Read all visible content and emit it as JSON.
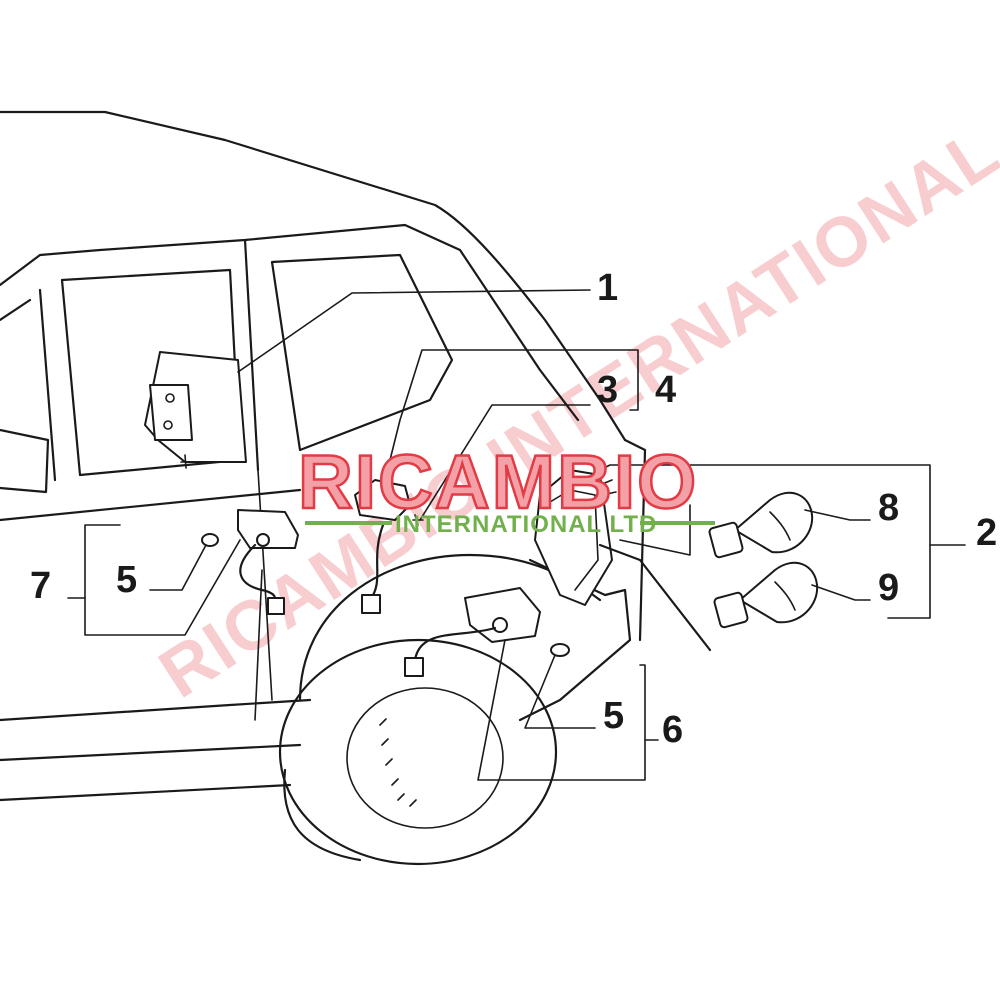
{
  "callouts": {
    "c1": "1",
    "c2": "2",
    "c3": "3",
    "c4": "4",
    "c5a": "5",
    "c5b": "5",
    "c6": "6",
    "c7": "7",
    "c8": "8",
    "c9": "9"
  },
  "watermark": {
    "brand": "RICAMBIO",
    "sub": "INTERNATIONAL LTD",
    "diagonal": "RICAMBIO INTERNATIONAL",
    "colors": {
      "red": "#e23b45",
      "pink": "#f3a0a6",
      "green": "#71b04a"
    }
  }
}
